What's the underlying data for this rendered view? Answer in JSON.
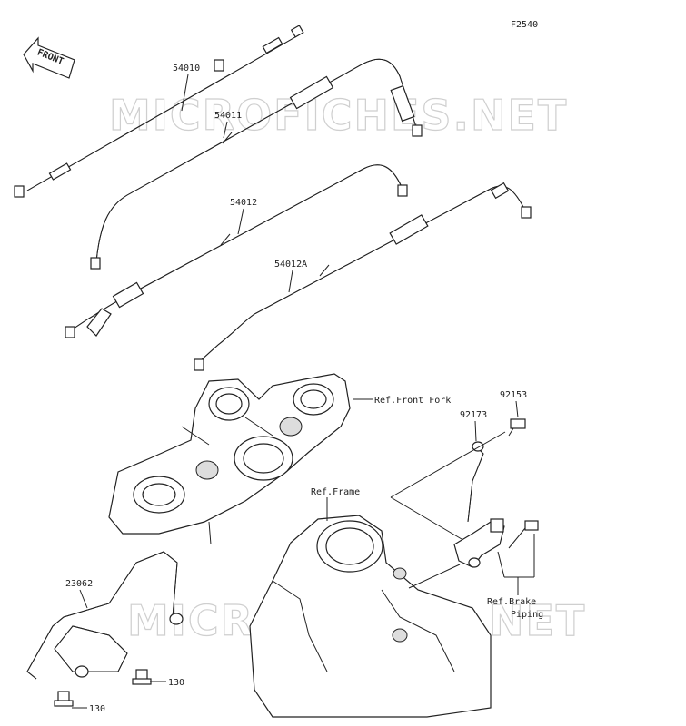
{
  "figure_code": "F2540",
  "front_label": "FRONT",
  "watermark": "MICROFICHES.NET",
  "parts": [
    {
      "id": "54010"
    },
    {
      "id": "54011"
    },
    {
      "id": "54012"
    },
    {
      "id": "54012A"
    },
    {
      "id": "92153"
    },
    {
      "id": "92173"
    },
    {
      "id": "23062"
    },
    {
      "id": "130"
    },
    {
      "id": "130"
    }
  ],
  "references": {
    "front_fork": "Ref.Front Fork",
    "frame": "Ref.Frame",
    "brake_piping_line1": "Ref.Brake",
    "brake_piping_line2": "Piping"
  }
}
